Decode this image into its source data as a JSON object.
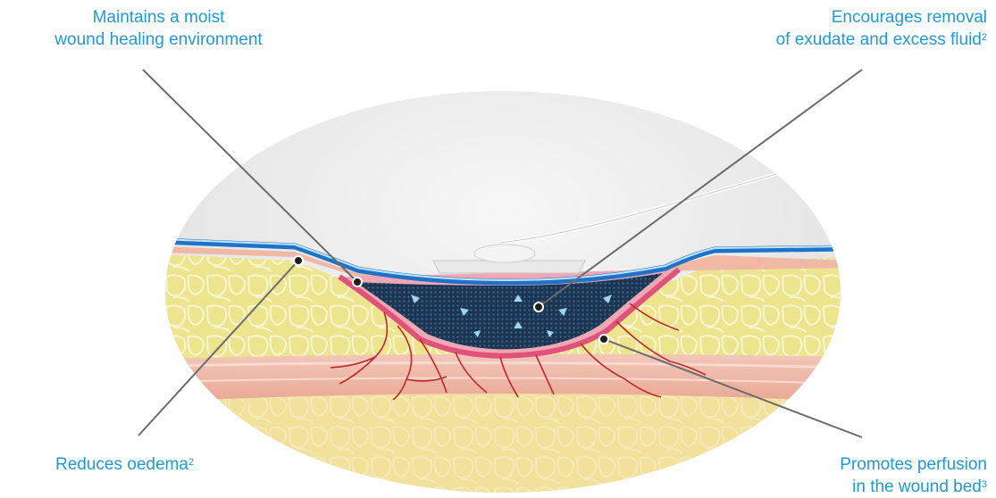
{
  "callouts": {
    "moist": {
      "line1": "Maintains a moist",
      "line2": "wound healing environment"
    },
    "exudate": {
      "line1": "Encourages removal",
      "line2": "of exudate and excess fluid",
      "ref": "2"
    },
    "oedema": {
      "text": "Reduces oedema",
      "ref": "2"
    },
    "perfusion": {
      "line1": "Promotes perfusion",
      "line2": "in the wound bed",
      "ref": "3"
    }
  },
  "colors": {
    "label": "#1f9ad6",
    "leader_line": "#6b6b6b",
    "dressing_film": "#1e73c9",
    "foam": "#1c3550",
    "wound_edge": "#e0527a",
    "skin": "#f4c3b6",
    "fat": "#ece48a",
    "vessels": "#c1272d"
  },
  "icons": [
    "skin-cross-section-illustration",
    "negative-pressure-foam-dressing",
    "suction-port",
    "tubing"
  ]
}
